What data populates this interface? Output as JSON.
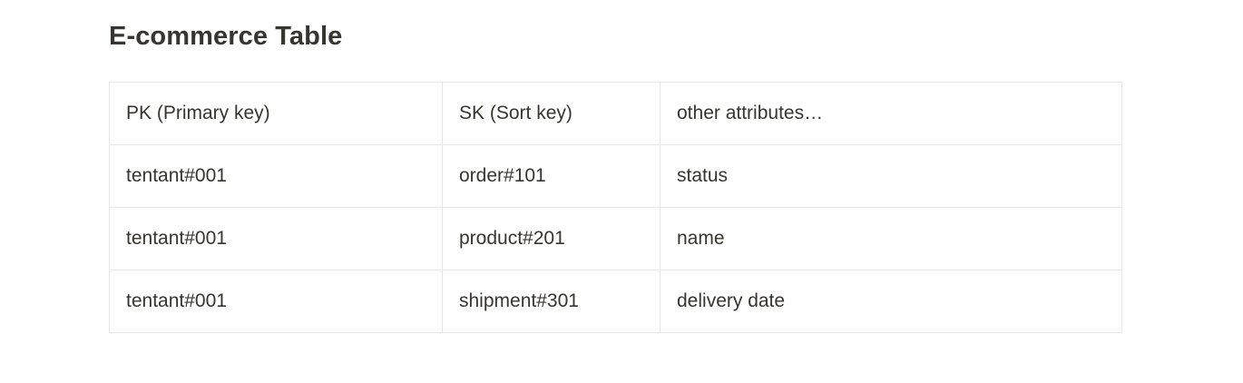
{
  "page_title": "E-commerce Table",
  "table": {
    "columns": [
      {
        "id": "pk",
        "label": "PK (Primary key)"
      },
      {
        "id": "sk",
        "label": "SK (Sort key)"
      },
      {
        "id": "attrs",
        "label": "other attributes…"
      }
    ],
    "rows": [
      {
        "pk": "tentant#001",
        "sk": "order#101",
        "attrs": "status"
      },
      {
        "pk": "tentant#001",
        "sk": "product#201",
        "attrs": "name"
      },
      {
        "pk": "tentant#001",
        "sk": "shipment#301",
        "attrs": "delivery date"
      }
    ]
  },
  "colors": {
    "text": "#37352f",
    "border": "#e7e7e7",
    "background": "#ffffff"
  }
}
